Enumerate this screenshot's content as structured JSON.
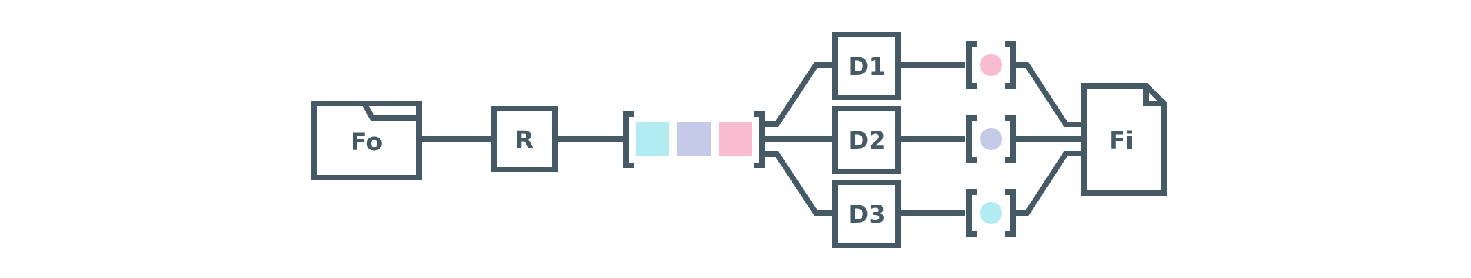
{
  "nodes": {
    "folder": {
      "label": "Fo"
    },
    "reader": {
      "label": "R"
    },
    "decoders": [
      {
        "label": "D1"
      },
      {
        "label": "D2"
      },
      {
        "label": "D3"
      }
    ],
    "file": {
      "label": "Fi"
    }
  },
  "colors": {
    "stroke": "#455a64",
    "fill_light": "#eceff1",
    "cyan": "#b2ebf2",
    "lavender": "#c5cae9",
    "pink": "#f8bbd0"
  }
}
